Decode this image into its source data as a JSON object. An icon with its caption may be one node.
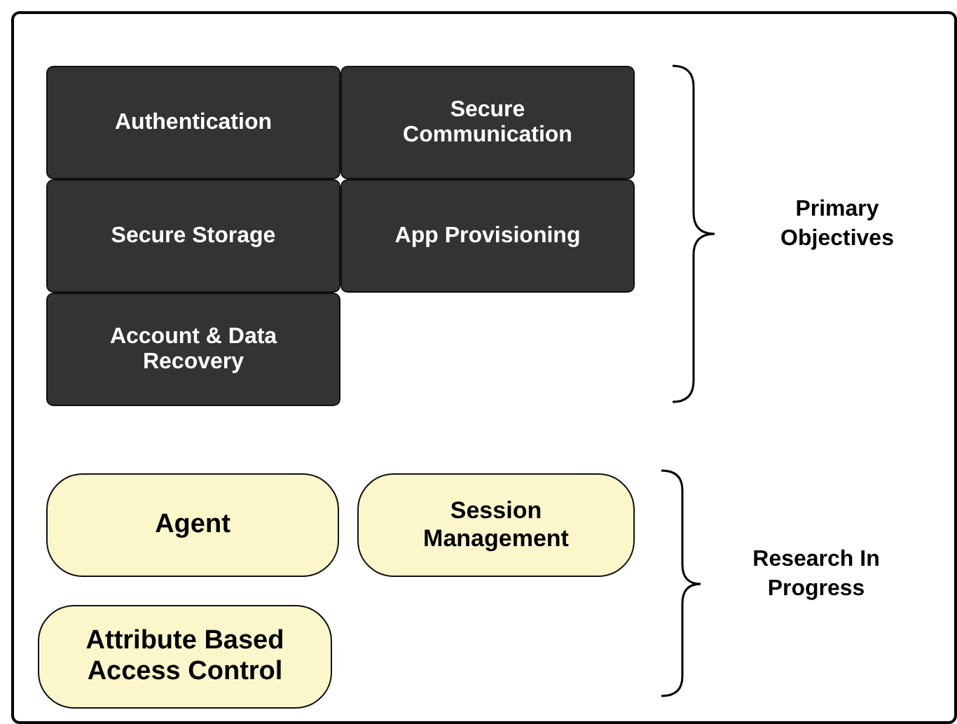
{
  "diagram": {
    "nodes": [
      {
        "text": [
          "Authentication"
        ]
      },
      {
        "text": [
          "Secure Communication"
        ]
      },
      {
        "text": [
          "Secure Storage"
        ]
      },
      {
        "text": [
          "App Provisioning"
        ]
      },
      {
        "text": [
          "Account & Data Recovery"
        ]
      },
      {
        "text": [
          "Agent"
        ]
      },
      {
        "text": [
          "Session Management"
        ]
      },
      {
        "text": [
          "Attribute Based Access Control"
        ]
      }
    ],
    "labels": [
      "Primary Objectives",
      "Research In Progress"
    ]
  }
}
